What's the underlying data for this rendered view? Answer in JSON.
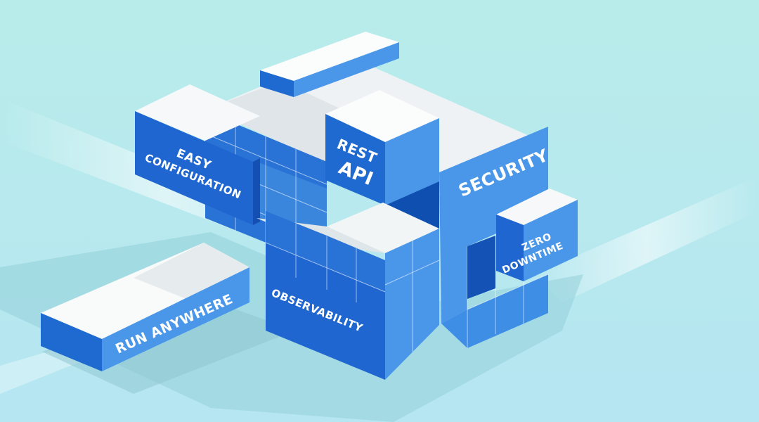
{
  "labels": {
    "easy_line1": "EASY",
    "easy_line2": "CONFIGURATION",
    "rest_line1": "REST",
    "rest_line2": "API",
    "security": "SECURITY",
    "zero_line1": "ZERO",
    "zero_line2": "DOWNTIME",
    "observability": "OBSERVABILITY",
    "run_anywhere": "RUN ANYWHERE"
  },
  "colors": {
    "background": "#bfeeee",
    "top_face": "#f7f9fa",
    "left_face": "#1f6ad1",
    "right_face": "#4a97ea",
    "dark_face": "#1452b5",
    "shadow": "#8ec9d3"
  }
}
